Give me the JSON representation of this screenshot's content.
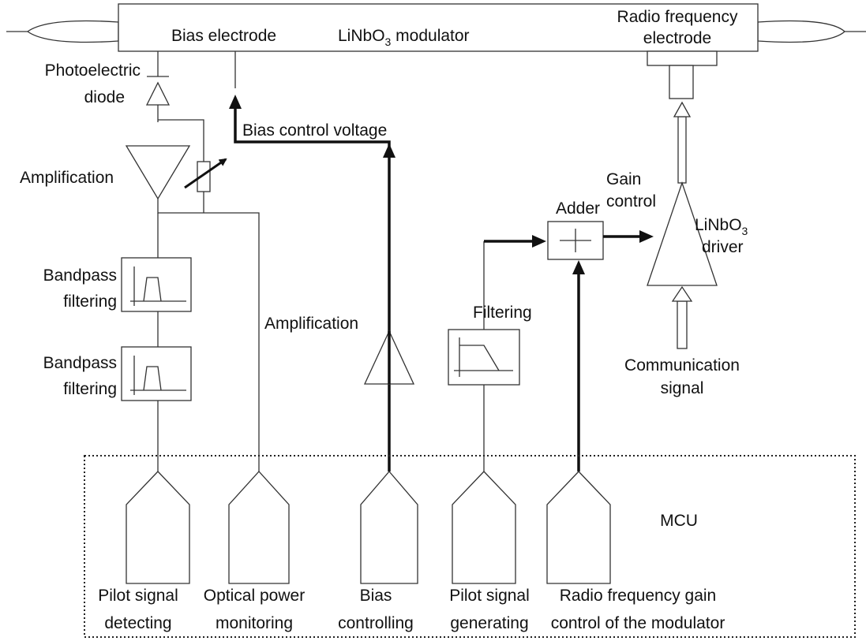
{
  "modulator": {
    "title_main": "LiNbO",
    "title_sub": "3",
    "title_tail": " modulator",
    "bias_electrode": "Bias electrode",
    "rf_electrode_line1": "Radio frequency",
    "rf_electrode_line2": "electrode"
  },
  "photodiode": {
    "line1": "Photoelectric",
    "line2": "diode"
  },
  "amplification_left": "Amplification",
  "bias_control_voltage": "Bias control voltage",
  "bandpass_1": {
    "line1": "Bandpass",
    "line2": "filtering"
  },
  "bandpass_2": {
    "line1": "Bandpass",
    "line2": "filtering"
  },
  "amplification_mid": "Amplification",
  "filtering": "Filtering",
  "adder": "Adder",
  "gain_control": {
    "line1": "Gain",
    "line2": "control"
  },
  "driver": {
    "line1_main": "LiNbO",
    "line1_sub": "3",
    "line2": "driver"
  },
  "communication_signal": {
    "line1": "Communication",
    "line2": "signal"
  },
  "mcu": {
    "label": "MCU",
    "blocks": [
      {
        "line1": "Pilot signal",
        "line2": "detecting"
      },
      {
        "line1": "Optical power",
        "line2": "monitoring"
      },
      {
        "line1": "Bias",
        "line2": "controlling"
      },
      {
        "line1": "Pilot signal",
        "line2": "generating"
      },
      {
        "line1": "Radio frequency gain",
        "line2": "control of the modulator"
      }
    ]
  }
}
